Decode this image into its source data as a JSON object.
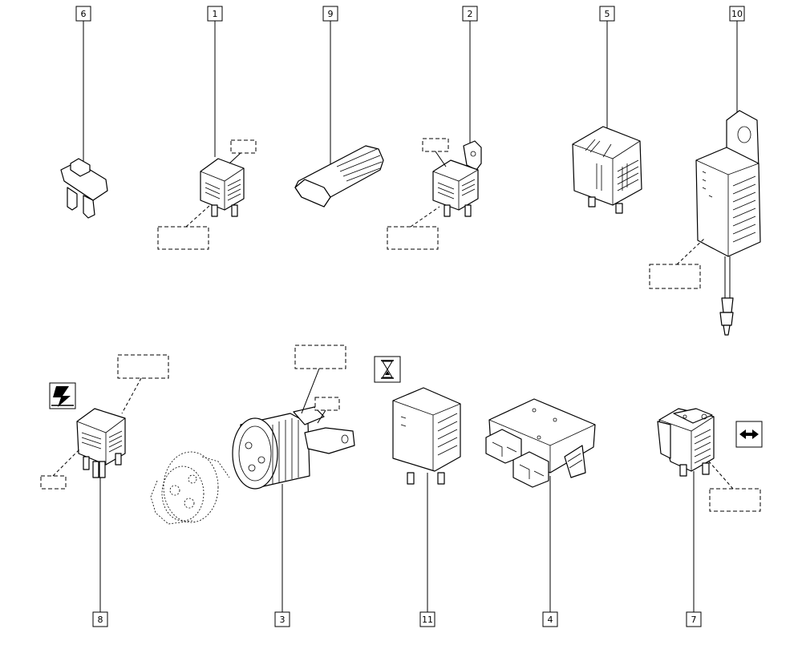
{
  "labels": {
    "l1": "1",
    "l2": "2",
    "l3": "3",
    "l4": "4",
    "l5": "5",
    "l6": "6",
    "l7": "7",
    "l8": "8",
    "l9": "9",
    "l10": "10",
    "l11": "11"
  },
  "symbols": [
    "lightning-icon",
    "hourglass-icon",
    "double-arrow-icon"
  ]
}
